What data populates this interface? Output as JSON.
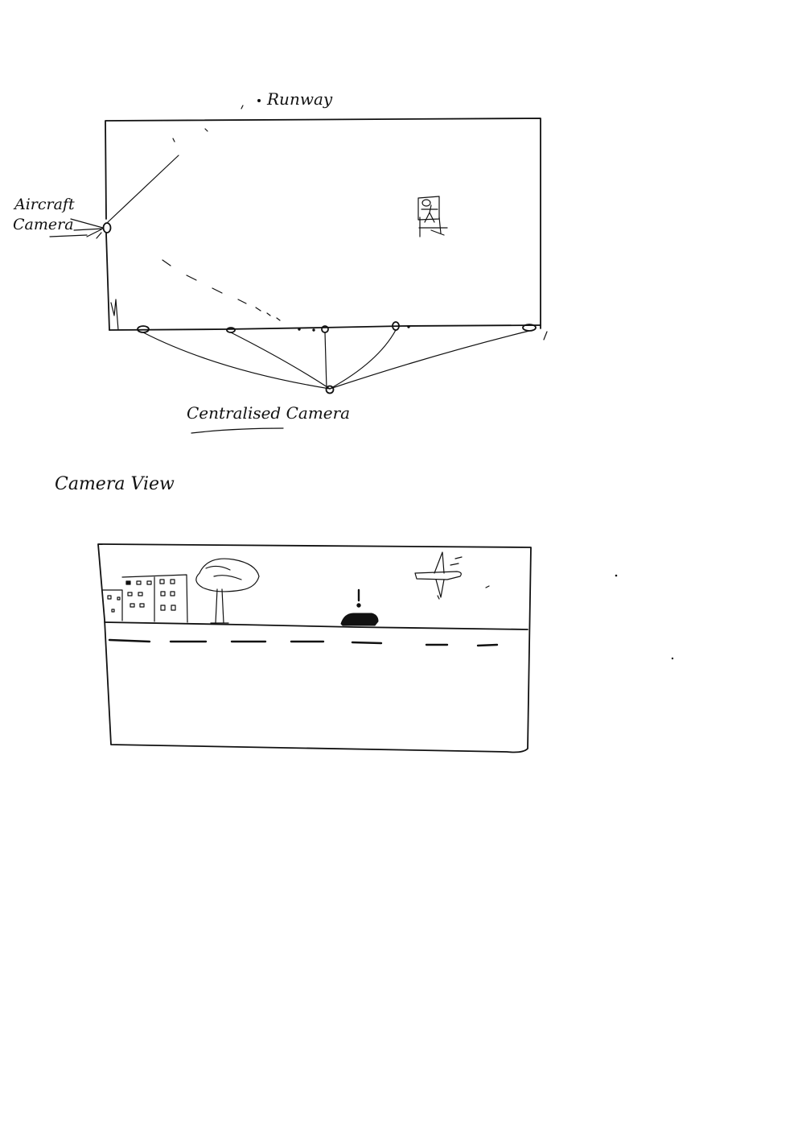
{
  "top_diagram": {
    "runway_label": "Runway",
    "aircraft_camera_label_line1": "Aircraft",
    "aircraft_camera_label_line2": "Camera",
    "centralised_camera_label": "Centralised Camera"
  },
  "camera_view": {
    "title": "Camera View"
  },
  "colors": {
    "ink": "#111111",
    "paper": "#ffffff"
  }
}
